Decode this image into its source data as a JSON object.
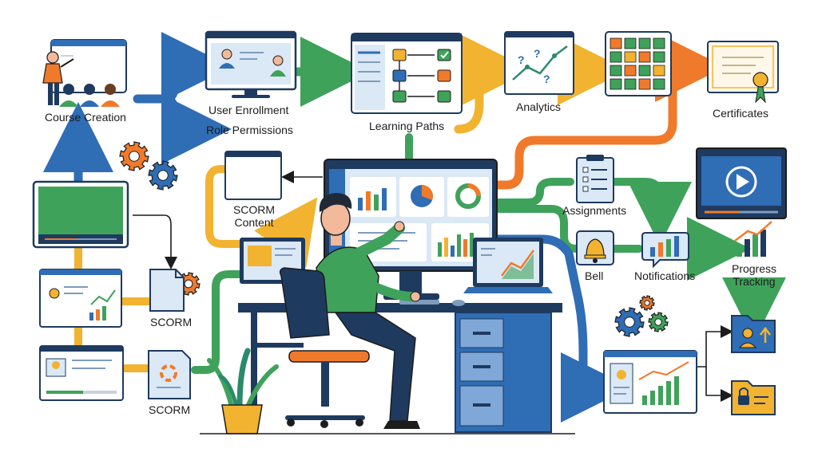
{
  "labels": {
    "course_creation": "Course Creation",
    "user_enrollment": "User Enrollment",
    "role_permissions": "Role Permissions",
    "learning_paths": "Learning Paths",
    "analytics": "Analytics",
    "certificates": "Certificates",
    "scorm_content_line1": "SCORM",
    "scorm_content_line2": "Content",
    "assignments": "Assignments",
    "bell": "Bell",
    "notifications": "Notifications",
    "progress_tracking_line1": "Progress",
    "progress_tracking_line2": "Tracking",
    "scorm_1": "SCORM",
    "scorm_2": "SCORM"
  },
  "colors": {
    "navy": "#1f3a5f",
    "blue": "#2f6db5",
    "green": "#3fa25a",
    "orange": "#f07a2b",
    "yellow": "#f2b330",
    "teal": "#2a8a6a",
    "screen_blue": "#dbe8f6"
  },
  "icons": [
    "gear-icon",
    "play-icon",
    "bell-icon",
    "lock-icon",
    "upload-icon",
    "user-icon",
    "clipboard-icon",
    "certificate-icon",
    "document-icon"
  ]
}
